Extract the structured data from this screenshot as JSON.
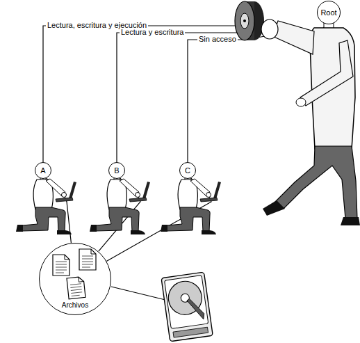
{
  "diagram": {
    "nodes": [
      {
        "text": [
          "Root"
        ]
      },
      {
        "text": [
          "A"
        ]
      },
      {
        "text": [
          "B"
        ]
      },
      {
        "text": [
          "C"
        ]
      },
      {
        "text": [
          "Archivos"
        ]
      }
    ],
    "edges": [
      {
        "from": 0,
        "to": 1,
        "arrow": "none",
        "label": "Lectura, escritura y ejecución"
      },
      {
        "from": 0,
        "to": 2,
        "arrow": "none",
        "label": "Lectura y escritura"
      },
      {
        "from": 0,
        "to": 3,
        "arrow": "none",
        "label": "Sin acceso"
      },
      {
        "from": 1,
        "to": 4,
        "arrow": "none"
      },
      {
        "from": 2,
        "to": 4,
        "arrow": "none"
      },
      {
        "from": 3,
        "to": 4,
        "arrow": "none"
      }
    ]
  }
}
